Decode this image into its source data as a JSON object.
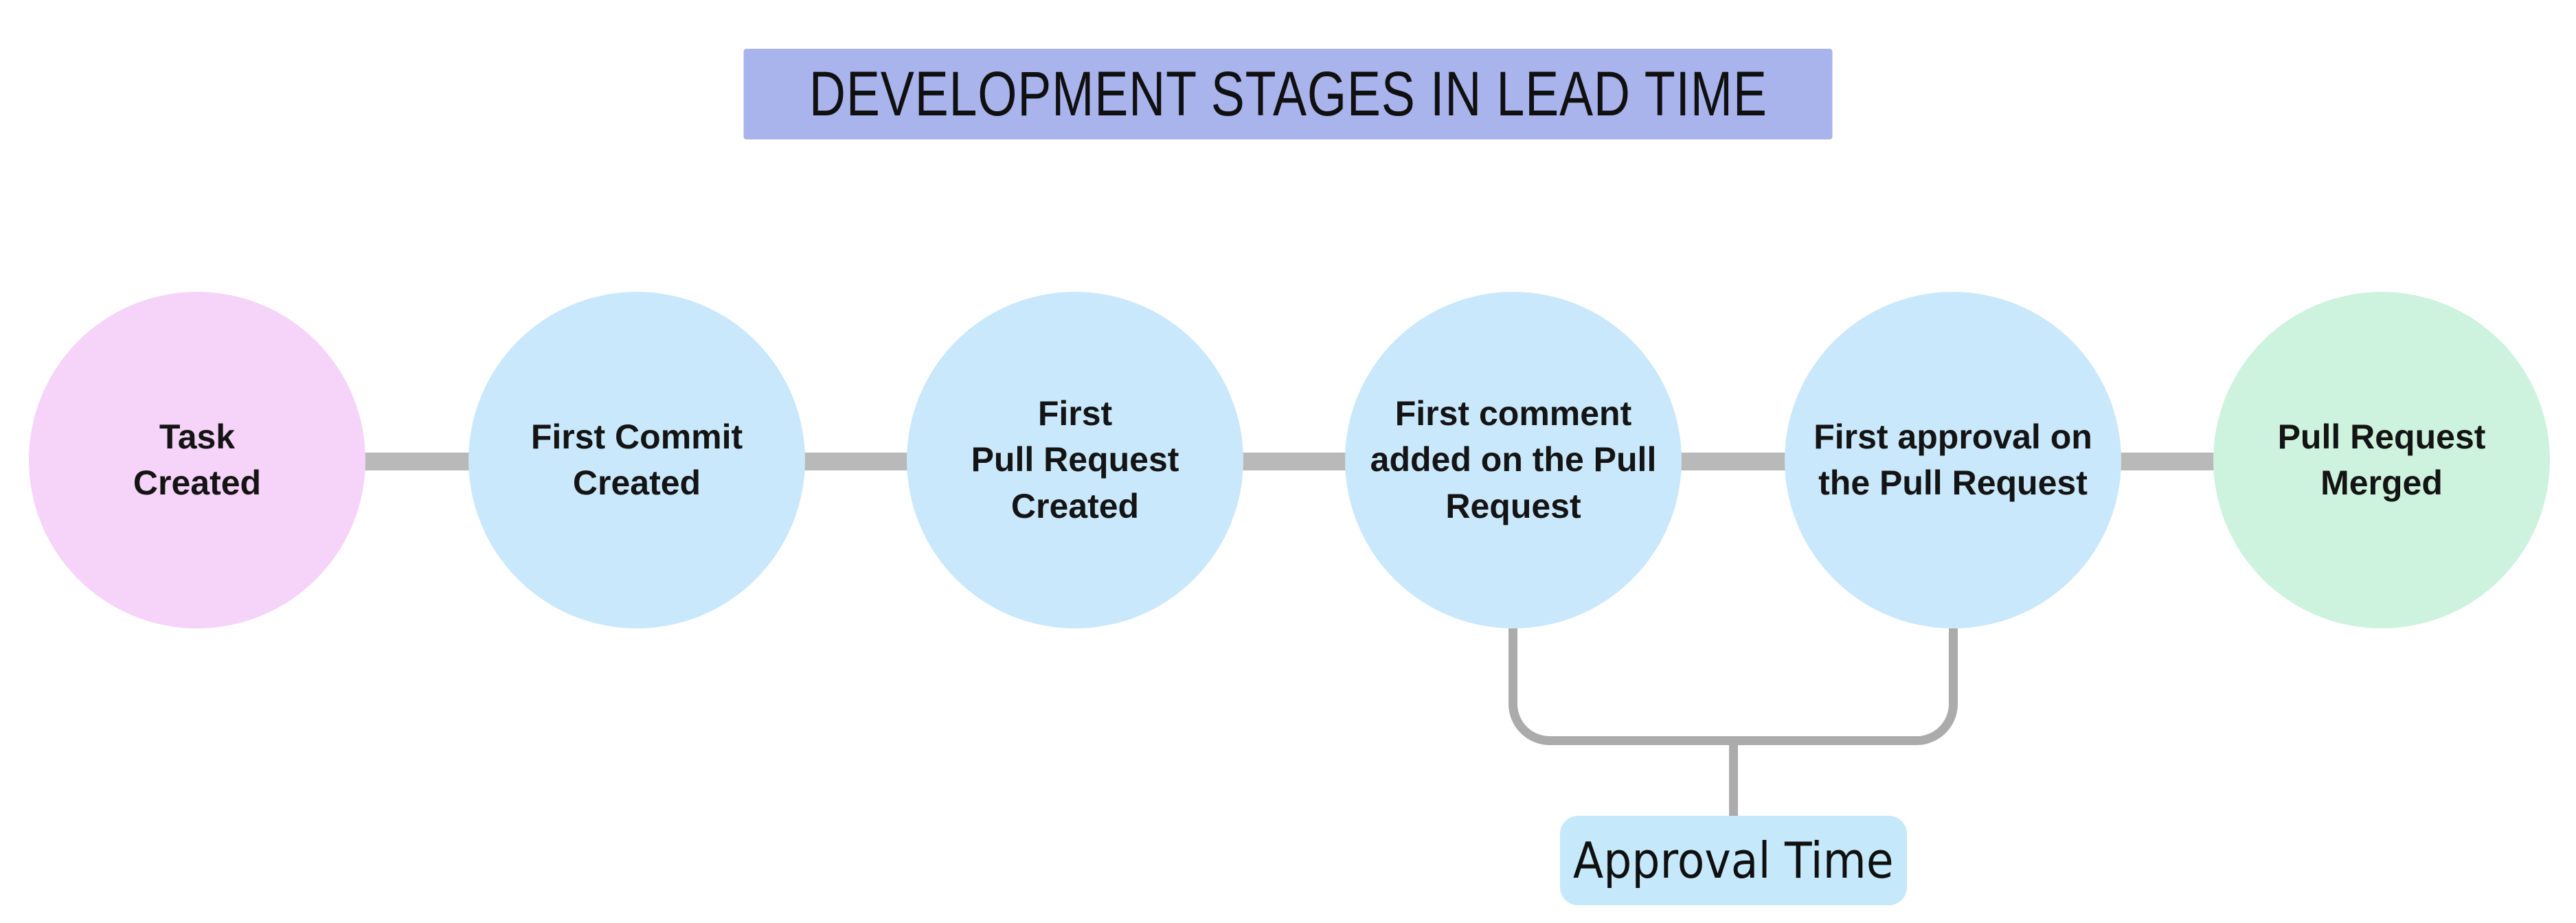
{
  "title": {
    "text": "DEVELOPMENT STAGES IN LEAD TIME",
    "bg": "#a9b3ec"
  },
  "stages": [
    {
      "label": "Task\nCreated",
      "color": "#f6d3f9"
    },
    {
      "label": "First Commit\nCreated",
      "color": "#c9e8fb"
    },
    {
      "label": "First\nPull Request\nCreated",
      "color": "#c9e8fb"
    },
    {
      "label": "First comment\nadded on the Pull\nRequest",
      "color": "#c9e8fb"
    },
    {
      "label": "First approval on\nthe Pull Request",
      "color": "#c9e8fb"
    },
    {
      "label": "Pull Request\nMerged",
      "color": "#cdf3de"
    }
  ],
  "connectors": {
    "color": "#b9b9b9"
  },
  "bracket": {
    "color": "#ababab"
  },
  "annotation": {
    "label": "Approval Time",
    "bg": "#c5e9fb"
  }
}
